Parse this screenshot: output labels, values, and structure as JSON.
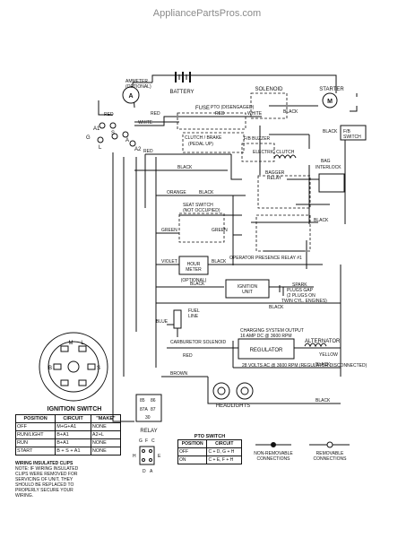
{
  "watermark": "AppliancePartsPros.com",
  "components": {
    "ammeter": "AMMETER",
    "ammeter_opt": "(OPTIONAL)",
    "ammeter_symbol": "A",
    "battery": "BATTERY",
    "solenoid": "SOLENOID",
    "starter": "STARTER",
    "starter_symbol": "M",
    "fuse": "FUSE",
    "pto": "PTO (DISENGAGED)",
    "clutch_brake": "CLUTCH / BRAKE",
    "clutch_brake_sub": "(PEDAL UP)",
    "fb_buzzer": "F/B BUZZER",
    "fb_switch": "F/B",
    "fb_switch2": "SWITCH",
    "electric_clutch": "ELECTRIC CLUTCH",
    "bag_interlock": "BAG",
    "bag_interlock2": "INTERLOCK",
    "bagger_relay": "BAGGER",
    "bagger_relay2": "RELAY",
    "seat_switch": "SEAT SWITCH",
    "seat_switch2": "(NOT OCCUPIED)",
    "operator_relay": "OPERATOR PRESENCE RELAY #1",
    "hour_meter": "HOUR",
    "hour_meter2": "METER",
    "hour_meter_opt": "(OPTIONAL)",
    "ignition_unit": "IGNITION",
    "ignition_unit2": "UNIT",
    "spark_plugs": "SPARK",
    "spark_plugs2": "PLUGS GAP",
    "spark_plugs3": "(2 PLUGS ON",
    "spark_plugs4": "TWIN CYL. ENGINES)",
    "fuel_line": "FUEL",
    "fuel_line2": "LINE",
    "carb_solenoid": "CARBURETOR SOLENOID",
    "charging_note": "CHARGING SYSTEM OUTPUT",
    "charging_note2": "16 AMP DC @ 3600 RPM",
    "regulator": "REGULATOR",
    "alternator": "ALTERNATOR",
    "volts_note": "28 VOLTS AC @ 3600 RPM (REGULATOR DISCONNECTED)",
    "headlights": "HEADLIGHTS",
    "relay": "RELAY",
    "ignition_switch": "IGNITION SWITCH"
  },
  "terminals": {
    "a": "A",
    "a1": "A1",
    "a2": "A2",
    "b": "B",
    "g": "G",
    "l": "L",
    "m": "M",
    "s": "S",
    "t85": "85",
    "t86": "86",
    "t30": "30",
    "t87": "87",
    "t87a": "87A",
    "c": "C",
    "d": "D",
    "e": "E",
    "f": "F",
    "h": "H"
  },
  "wire_colors": {
    "red": "RED",
    "white": "WHITE",
    "black": "BLACK",
    "green": "GREEN",
    "blue": "BLUE",
    "brown": "BROWN",
    "orange": "ORANGE",
    "violet": "VIOLET",
    "yellow": "YELLOW"
  },
  "ignition_table": {
    "headers": [
      "POSITION",
      "CIRCUIT",
      "\"MAKE\""
    ],
    "rows": [
      [
        "OFF",
        "M+G+A1",
        "NONE"
      ],
      [
        "RUN/LIGHT",
        "B+A1",
        "A2+L"
      ],
      [
        "RUN",
        "B+A1",
        "NONE"
      ],
      [
        "START",
        "B + S + A1",
        "NONE"
      ]
    ]
  },
  "pto_table": {
    "title": "PTO SWITCH",
    "headers": [
      "POSITION",
      "CIRCUIT"
    ],
    "rows": [
      [
        "OFF",
        "C + D, G + H"
      ],
      [
        "ON",
        "C + E, F + H"
      ]
    ]
  },
  "legend": {
    "non_removable": "NON-REMOVABLE",
    "non_removable2": "CONNECTIONS",
    "removable": "REMOVABLE",
    "removable2": "CONNECTIONS"
  },
  "wiring_note": {
    "title": "WIRING INSULATED CLIPS",
    "lines": [
      "NOTE: IF WIRING INSULATED",
      "CLIPS WERE REMOVED FOR",
      "SERVICING OF UNIT, THEY",
      "SHOULD BE REPLACED TO",
      "PROPERLY SECURE YOUR",
      "WIRING."
    ]
  },
  "colors": {
    "ink": "#111111",
    "watermark": "#8a8a8a",
    "paper": "#ffffff"
  }
}
